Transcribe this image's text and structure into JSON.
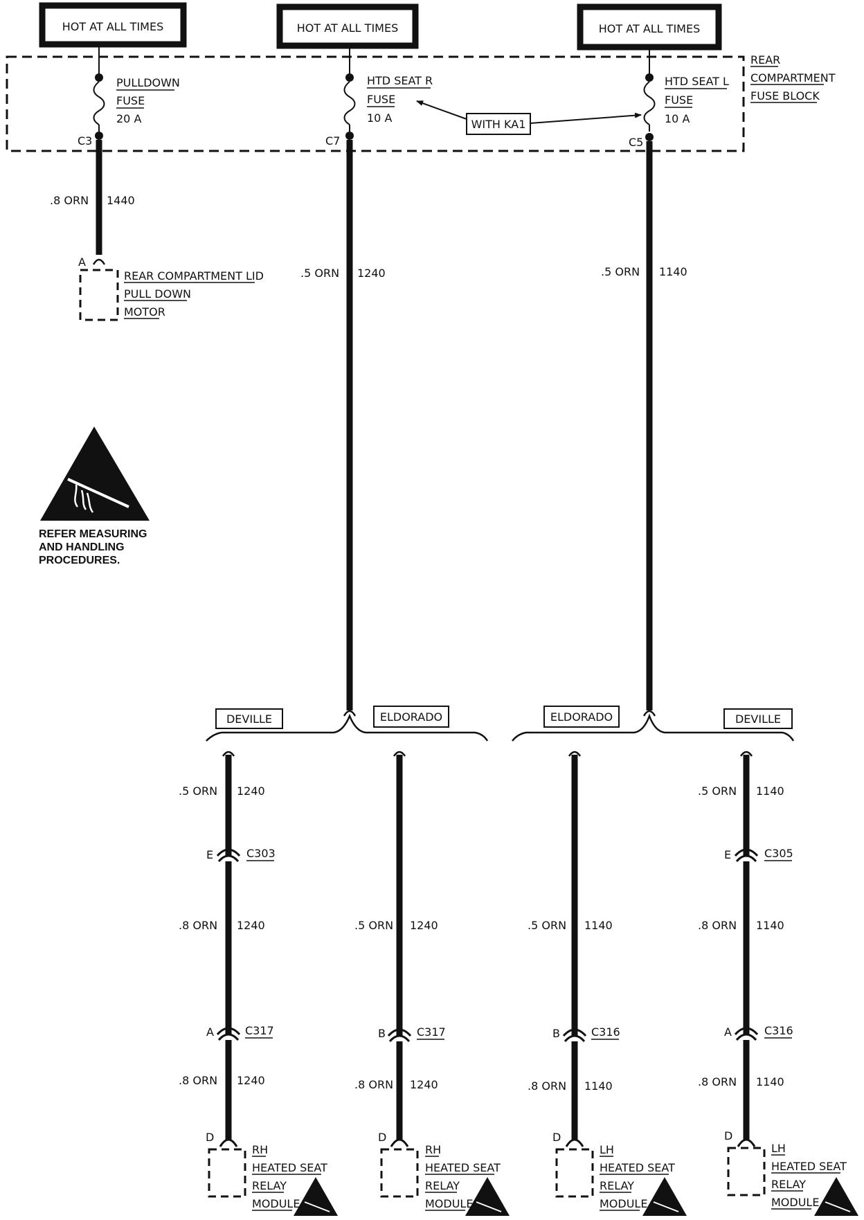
{
  "hot_labels": [
    "HOT AT ALL TIMES",
    "HOT AT ALL TIMES",
    "HOT AT ALL TIMES"
  ],
  "fuse_block": {
    "lines": [
      "REAR",
      "COMPARTMENT",
      "FUSE BLOCK"
    ]
  },
  "fuses": [
    {
      "lines": [
        "PULLDOWN",
        "FUSE",
        "20 A"
      ],
      "connector": "C3"
    },
    {
      "lines": [
        "HTD SEAT R",
        "FUSE",
        "10 A"
      ],
      "connector": "C7"
    },
    {
      "lines": [
        "HTD SEAT L",
        "FUSE",
        "10 A"
      ],
      "connector": "C5"
    }
  ],
  "option_label": "WITH KA1",
  "top_wires": [
    {
      "gauge": ".8 ORN",
      "circuit": "1440"
    },
    {
      "gauge": ".5 ORN",
      "circuit": "1240"
    },
    {
      "gauge": ".5 ORN",
      "circuit": "1140"
    }
  ],
  "motor": {
    "pin": "A",
    "lines": [
      "REAR COMPARTMENT LID",
      "PULL DOWN",
      "MOTOR"
    ]
  },
  "esd_note": [
    "REFER MEASURING",
    "AND HANDLING",
    "PROCEDURES."
  ],
  "branch_labels": [
    "DEVILLE",
    "ELDORADO",
    "ELDORADO",
    "DEVILLE"
  ],
  "branches": [
    {
      "wire1": {
        "gauge": ".5 ORN",
        "circuit": "1240"
      },
      "conn1": {
        "pin": "E",
        "name": "C303"
      },
      "wire2": {
        "gauge": ".8 ORN",
        "circuit": "1240"
      },
      "conn2": {
        "pin": "A",
        "name": "C317"
      },
      "wire3": {
        "gauge": ".8 ORN",
        "circuit": "1240"
      },
      "module": {
        "pin": "D",
        "lines": [
          "RH",
          "HEATED SEAT",
          "RELAY",
          "MODULE"
        ]
      }
    },
    {
      "wire2": {
        "gauge": ".5 ORN",
        "circuit": "1240"
      },
      "conn2": {
        "pin": "B",
        "name": "C317"
      },
      "wire3": {
        "gauge": ".8 ORN",
        "circuit": "1240"
      },
      "module": {
        "pin": "D",
        "lines": [
          "RH",
          "HEATED SEAT",
          "RELAY",
          "MODULE"
        ]
      }
    },
    {
      "wire2": {
        "gauge": ".5 ORN",
        "circuit": "1140"
      },
      "conn2": {
        "pin": "B",
        "name": "C316"
      },
      "wire3": {
        "gauge": ".8 ORN",
        "circuit": "1140"
      },
      "module": {
        "pin": "D",
        "lines": [
          "LH",
          "HEATED SEAT",
          "RELAY",
          "MODULE"
        ]
      }
    },
    {
      "wire1": {
        "gauge": ".5 ORN",
        "circuit": "1140"
      },
      "conn1": {
        "pin": "E",
        "name": "C305"
      },
      "wire2": {
        "gauge": ".8 ORN",
        "circuit": "1140"
      },
      "conn2": {
        "pin": "A",
        "name": "C316"
      },
      "wire3": {
        "gauge": ".8 ORN",
        "circuit": "1140"
      },
      "module": {
        "pin": "D",
        "lines": [
          "LH",
          "HEATED SEAT",
          "RELAY",
          "MODULE"
        ]
      }
    }
  ]
}
